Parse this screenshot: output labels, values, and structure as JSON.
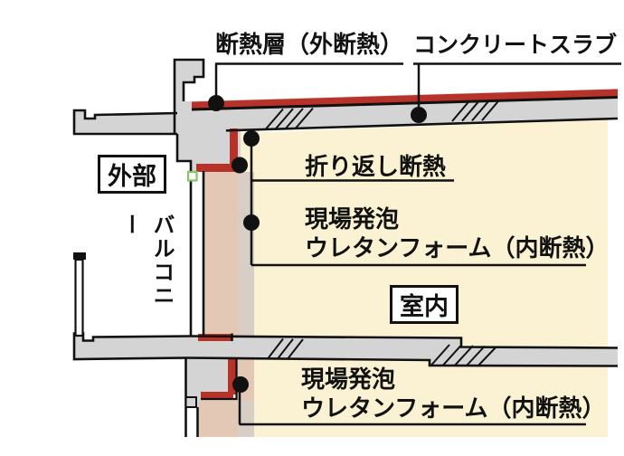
{
  "diagram": {
    "type": "architectural-section-insulation-detail",
    "labels": {
      "insulation_outer": "断熱層（外断熱）",
      "concrete_slab": "コンクリートスラブ",
      "foldback_insulation": "折り返し断熱",
      "foam_upper": {
        "line1": "現場発泡",
        "line2": "ウレタンフォーム（内断熱）"
      },
      "foam_lower": {
        "line1": "現場発泡",
        "line2": "ウレタンフォーム（内断熱）"
      },
      "exterior": "外部",
      "balcony": "バルコニー",
      "interior": "室内"
    },
    "colors": {
      "insulation_red": "#b73229",
      "concrete_gray": "#d4d4d5",
      "interior_yellow": "#faf2d2",
      "wall_tan": "#e2c8b5",
      "wall_tan_light": "#d9cec6",
      "marker_green": "#7fc75e",
      "line_black": "#111111"
    }
  }
}
